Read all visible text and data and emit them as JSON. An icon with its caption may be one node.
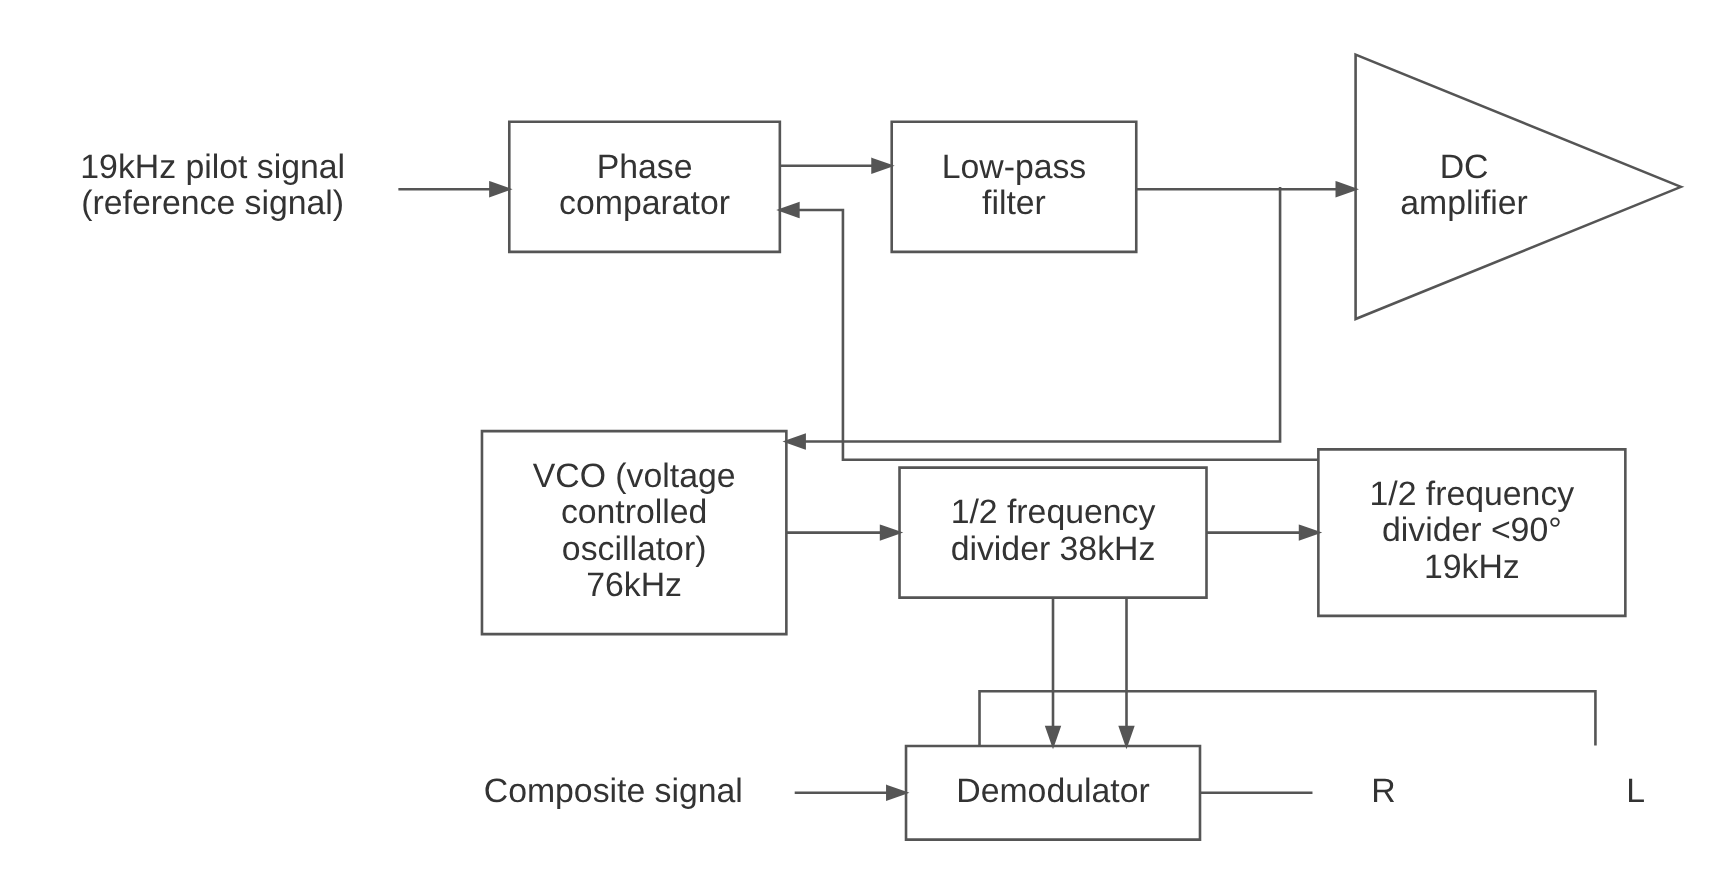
{
  "diagram": {
    "nodes": [
      {
        "text": [
          "19kHz pilot signal",
          "(reference signal)"
        ]
      },
      {
        "text": [
          "Phase comparator"
        ]
      },
      {
        "text": [
          "Low-pass filter"
        ]
      },
      {
        "text": [
          "DC amplifier"
        ]
      },
      {
        "text": [
          "1/2 frequency divider <90° 19kHz"
        ]
      },
      {
        "text": [
          "1/2 frequency divider 38kHz"
        ]
      },
      {
        "text": [
          "VCO (voltage controlled oscillator) 76kHz"
        ]
      },
      {
        "text": [
          "Composite signal"
        ]
      },
      {
        "text": [
          "Demodulator"
        ]
      },
      {
        "text": [
          "L"
        ]
      },
      {
        "text": [
          "R"
        ]
      }
    ],
    "edges": [
      {
        "from": 0,
        "to": 1,
        "arrow": "to"
      },
      {
        "from": 1,
        "to": 2,
        "arrow": "to"
      },
      {
        "from": 2,
        "to": 3,
        "arrow": "to"
      },
      {
        "from": 3,
        "to": 6,
        "arrow": "to"
      },
      {
        "from": 6,
        "to": 5,
        "arrow": "to"
      },
      {
        "from": 5,
        "to": 4,
        "arrow": "to"
      },
      {
        "from": 4,
        "to": 1,
        "arrow": "to"
      },
      {
        "from": 5,
        "to": 8,
        "arrow": "to"
      },
      {
        "from": 5,
        "to": 8,
        "arrow": "to"
      },
      {
        "from": 7,
        "to": 8,
        "arrow": "to"
      },
      {
        "from": 8,
        "to": 9,
        "arrow": "none"
      },
      {
        "from": 8,
        "to": 10,
        "arrow": "none"
      }
    ]
  }
}
